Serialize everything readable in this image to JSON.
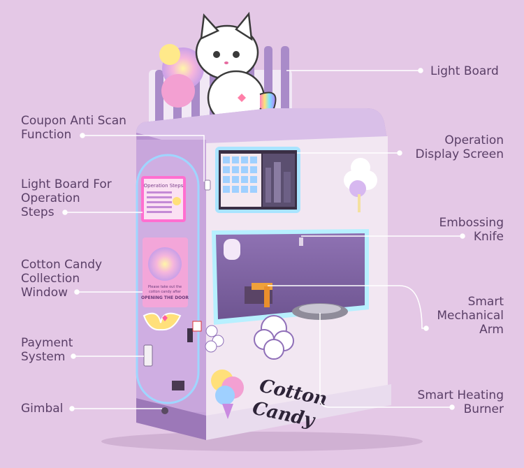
{
  "labels": {
    "light_board": [
      "Light Board"
    ],
    "coupon": [
      "Coupon Anti Scan",
      "Function"
    ],
    "op_display": [
      "Operation",
      "Display Screen"
    ],
    "light_board_steps": [
      "Light Board For",
      "Operation",
      "Steps"
    ],
    "embossing": [
      "Embossing",
      "Knife"
    ],
    "collection": [
      "Cotton Candy",
      "Collection",
      "Window"
    ],
    "arm": [
      "Smart",
      "Mechanical",
      "Arm"
    ],
    "payment": [
      "Payment",
      "System"
    ],
    "heating": [
      "Smart Heating",
      "Burner"
    ],
    "gimbal": [
      "Gimbal"
    ]
  },
  "machine": {
    "steps_title": "Operation Steps",
    "window_note": [
      "Please take out the",
      "cotton candy after"
    ],
    "window_cta": "OPENING THE DOOR",
    "logo": [
      "Cotton",
      "Candy"
    ]
  },
  "colors": {
    "background": "#e4c8e6",
    "machine_body": "#c9a6dc",
    "machine_dark": "#9c78b8",
    "panel_light": "#f6eef6",
    "label_text": "#5a3f67",
    "leader_line": "#ffffff"
  }
}
